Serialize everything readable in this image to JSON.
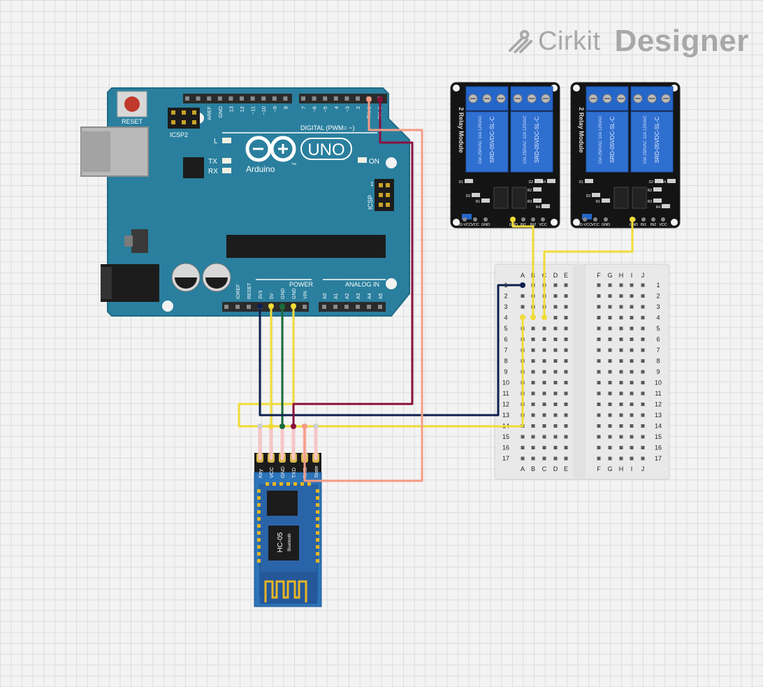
{
  "brand": {
    "name_part1": "Cirkit",
    "name_part2": "Designer"
  },
  "arduino": {
    "reset_label": "RESET",
    "icsp2_label": "ICSP2",
    "icsp_label": "ICSP",
    "icsp_pin1": "1",
    "digital_label": "DIGITAL (PWM= ~)",
    "model": "UNO",
    "brand": "Arduino",
    "tm": "™",
    "led_l": "L",
    "led_tx": "TX",
    "led_rx": "RX",
    "led_on": "ON",
    "power_label": "POWER",
    "analog_label": "ANALOG IN",
    "header_top_labels": [
      "AREF",
      "GND",
      "13",
      "12",
      "~11",
      "~10",
      "~9",
      "8",
      "7",
      "~6",
      "~5",
      "4",
      "~3",
      "2",
      "TX▸1",
      "RX◂0"
    ],
    "header_power_labels": [
      "IOREF",
      "RESET",
      "3V3",
      "5V",
      "GND",
      "GND",
      "VIN"
    ],
    "header_analog_labels": [
      "A0",
      "A1",
      "A2",
      "A3",
      "A4",
      "A5"
    ]
  },
  "hc05": {
    "chip_text": "HC-05",
    "chip_subtext": "Bluetooth",
    "pins": [
      "Key",
      "VCC",
      "GND",
      "TXD",
      "RXD",
      "State"
    ]
  },
  "relays": [
    {
      "module_label": "2 Relay Module",
      "relay_texts": [
        "10A 250VAC 10A 125VAC",
        "SRD-05VDC-SL-C"
      ],
      "pins": [
        "JD-VCC",
        "VCC",
        "GND",
        "GND",
        "IN1",
        "IN2",
        "VCC"
      ],
      "components": [
        "D1",
        "R1",
        "R2",
        "R3",
        "R4",
        "D2",
        "D3",
        "D4"
      ]
    },
    {
      "module_label": "2 Relay Module",
      "relay_texts": [
        "10A 250VAC 10A 125VAC",
        "SRD-05VDC-SL-C"
      ],
      "pins": [
        "JD-VCC",
        "VCC",
        "GND",
        "GND",
        "IN1",
        "IN2",
        "VCC"
      ],
      "components": [
        "D1",
        "R1",
        "R2",
        "R3",
        "R4",
        "D2",
        "D3",
        "D4"
      ]
    }
  ],
  "breadboard": {
    "cols_left": [
      "A",
      "B",
      "C",
      "D",
      "E"
    ],
    "cols_right": [
      "F",
      "G",
      "H",
      "I",
      "J"
    ],
    "rows": [
      "1",
      "2",
      "3",
      "4",
      "5",
      "6",
      "7",
      "8",
      "9",
      "10",
      "11",
      "12",
      "13",
      "14",
      "15",
      "16",
      "17"
    ]
  },
  "colors": {
    "arduino_board": "#2a7f9e",
    "arduino_edge": "#1f6b86",
    "hc05_board": "#2c73b8",
    "relay_board": "#141414",
    "relay_cube": "#2f6fd0",
    "terminal_blue": "#2566c9",
    "wire_navy": "#0d1f4d",
    "wire_yellow": "#f1dc37",
    "wire_green": "#1a6b3a",
    "wire_maroon": "#8a0f3d",
    "wire_salmon": "#f49c85",
    "wire_pink": "#f7c6c6",
    "breadboard": "#e9e9e9"
  }
}
